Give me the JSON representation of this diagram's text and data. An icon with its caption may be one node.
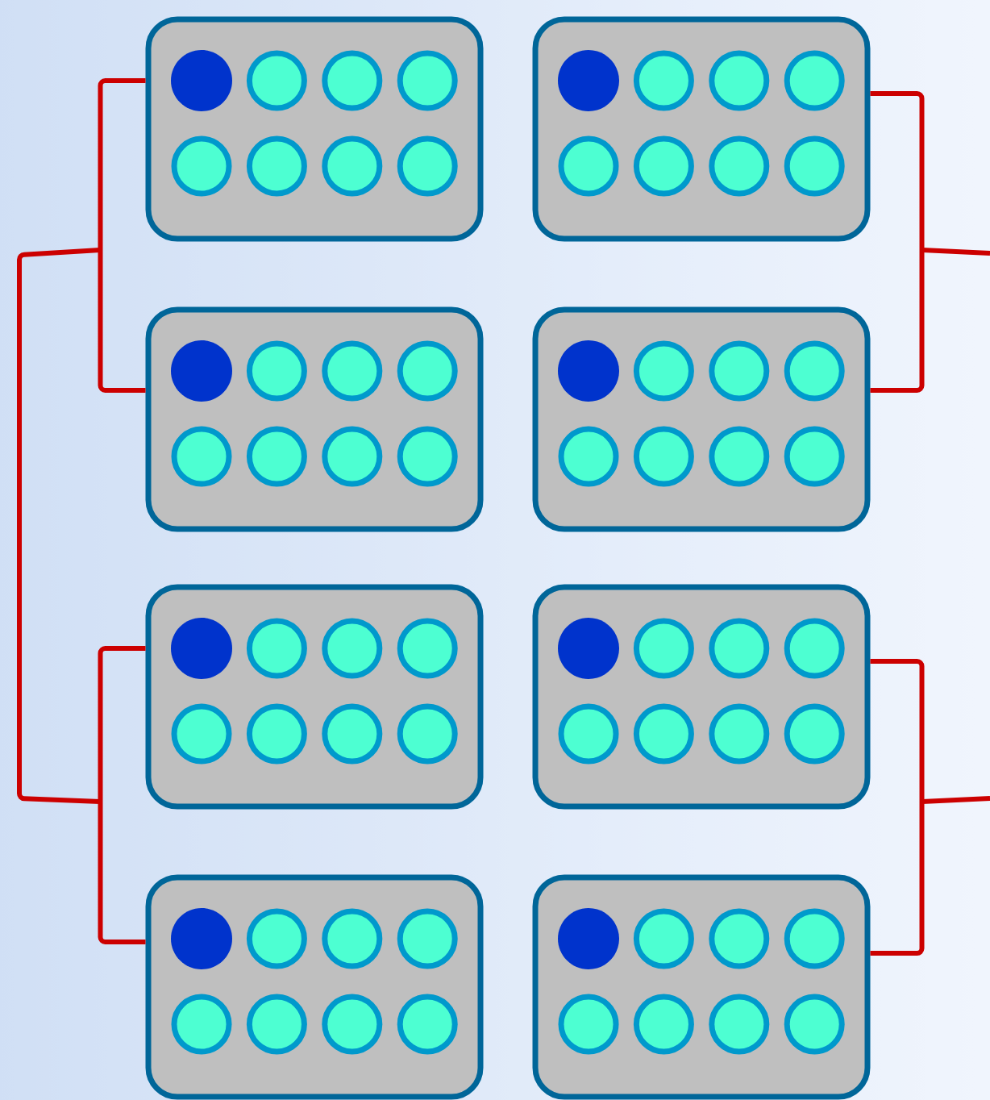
{
  "diagram": {
    "nodes": [
      {
        "text": [],
        "shape": "box"
      },
      {
        "text": [],
        "shape": "box"
      },
      {
        "text": [],
        "shape": "box"
      },
      {
        "text": [],
        "shape": "box"
      },
      {
        "text": [],
        "shape": "box"
      },
      {
        "text": [],
        "shape": "box"
      },
      {
        "text": [],
        "shape": "box"
      },
      {
        "text": [],
        "shape": "box"
      }
    ],
    "edges": [
      {
        "from": 0,
        "to": 2,
        "arrow": "none"
      },
      {
        "from": 1,
        "to": 3,
        "arrow": "none"
      },
      {
        "from": 4,
        "to": 6,
        "arrow": "none"
      },
      {
        "from": 5,
        "to": 7,
        "arrow": "none"
      }
    ]
  }
}
